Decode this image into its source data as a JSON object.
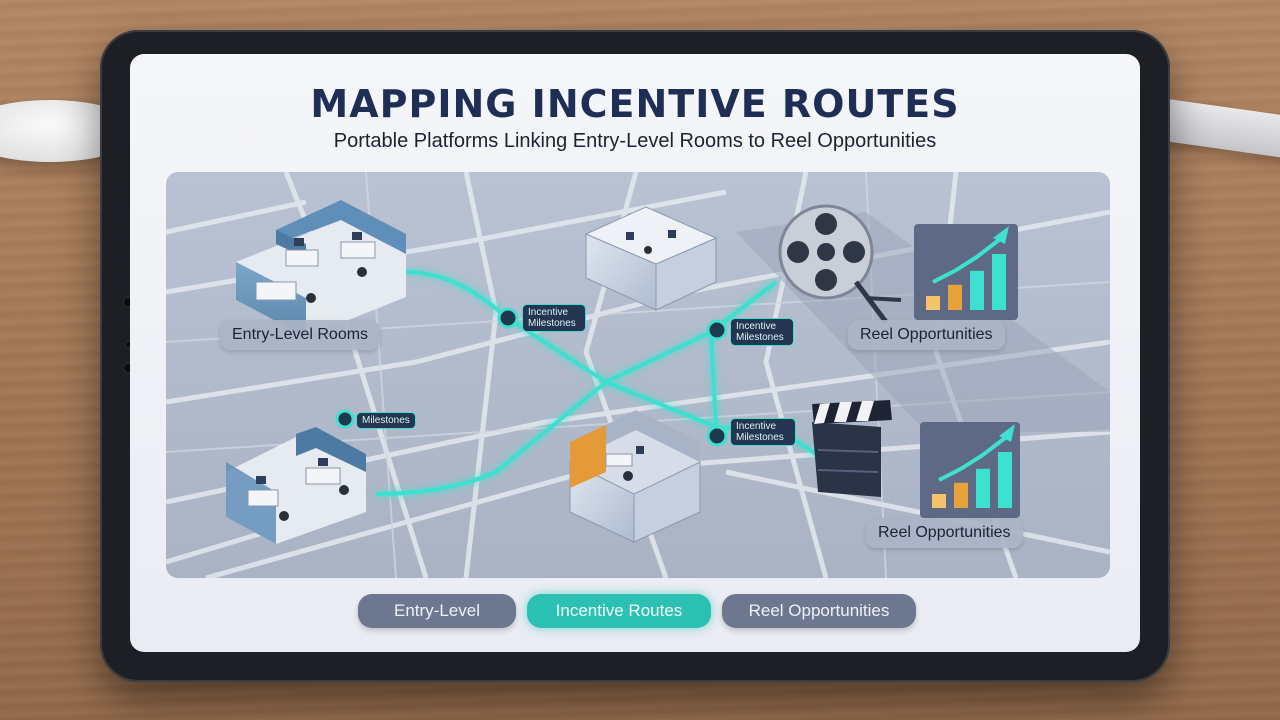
{
  "slide": {
    "title": "MAPPING INCENTIVE ROUTES",
    "subtitle": "Portable Platforms Linking Entry-Level Rooms to Reel Opportunities"
  },
  "map": {
    "labels": {
      "entry_rooms": "Entry-Level Rooms",
      "reel_top": "Reel Opportunities",
      "reel_bottom": "Reel Opportunities"
    },
    "milestones": {
      "left": "Incentive Milestones",
      "right_top": "Incentive Milestones",
      "right_bottom": "Incentive Milestones",
      "lower_left": "Milestones"
    },
    "bar_chart_levels": [
      0.25,
      0.45,
      0.7,
      1.0
    ]
  },
  "nav": {
    "entry": "Entry-Level",
    "routes": "Incentive Routes",
    "reel": "Reel Opportunities",
    "active": "routes"
  },
  "colors": {
    "route": "#3ee0cf",
    "title": "#1f2e55",
    "active_pill": "#2bc1b2",
    "pill": "#6d7790"
  }
}
